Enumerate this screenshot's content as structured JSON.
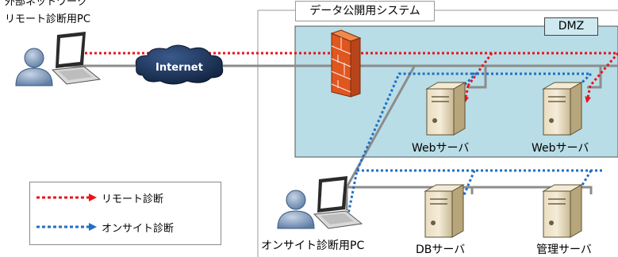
{
  "labels": {
    "cut_top_text": "外部ネットワーク",
    "remote_pc": "リモート診断用PC",
    "system_title": "データ公開用システム",
    "dmz": "DMZ",
    "internet": "Internet",
    "web_server_1": "Webサーバ",
    "web_server_2": "Webサーバ",
    "onsite_pc": "オンサイト診断用PC",
    "db_server": "DBサーバ",
    "mgmt_server": "管理サーバ"
  },
  "legend": {
    "remote": "リモート診断",
    "onsite": "オンサイト診断"
  },
  "colors": {
    "dmz_fill": "#b8dde6",
    "network_line": "#8c8c8c",
    "remote_path": "#e8141c",
    "onsite_path": "#1f6fc5",
    "cloud": "#1a2f52",
    "firewall": "#e0561f"
  }
}
